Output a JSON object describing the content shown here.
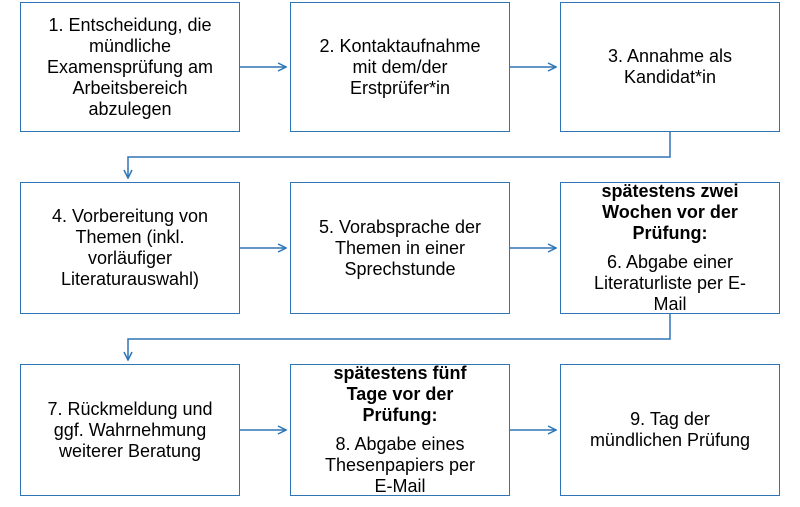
{
  "steps": [
    {
      "heading": "",
      "text": "1. Entscheidung, die\nmündliche\nExamensprüfung am\nArbeitsbereich\nabzulegen"
    },
    {
      "heading": "",
      "text": "2. Kontaktaufnahme\nmit dem/der\nErstprüfer*in"
    },
    {
      "heading": "",
      "text": "3. Annahme als\nKandidat*in"
    },
    {
      "heading": "",
      "text": "4. Vorbereitung von\nThemen (inkl.\nvorläufiger\nLiteraturauswahl)"
    },
    {
      "heading": "",
      "text": "5. Vorabsprache der\nThemen in einer\nSprechstunde"
    },
    {
      "heading": "spätestens zwei\nWochen vor der\nPrüfung:",
      "text": "6. Abgabe einer\nLiteraturliste per E-\nMail"
    },
    {
      "heading": "",
      "text": "7. Rückmeldung und\nggf. Wahrnehmung\nweiterer Beratung"
    },
    {
      "heading": "spätestens fünf\nTage vor der\nPrüfung:",
      "text": "8. Abgabe eines\nThesenpapiers per\nE-Mail"
    },
    {
      "heading": "",
      "text": "9. Tag der\nmündlichen Prüfung"
    }
  ],
  "colors": {
    "box_border": "#2e75b6",
    "arrow": "#2e75b6",
    "text": "#000000",
    "background": "#ffffff"
  }
}
